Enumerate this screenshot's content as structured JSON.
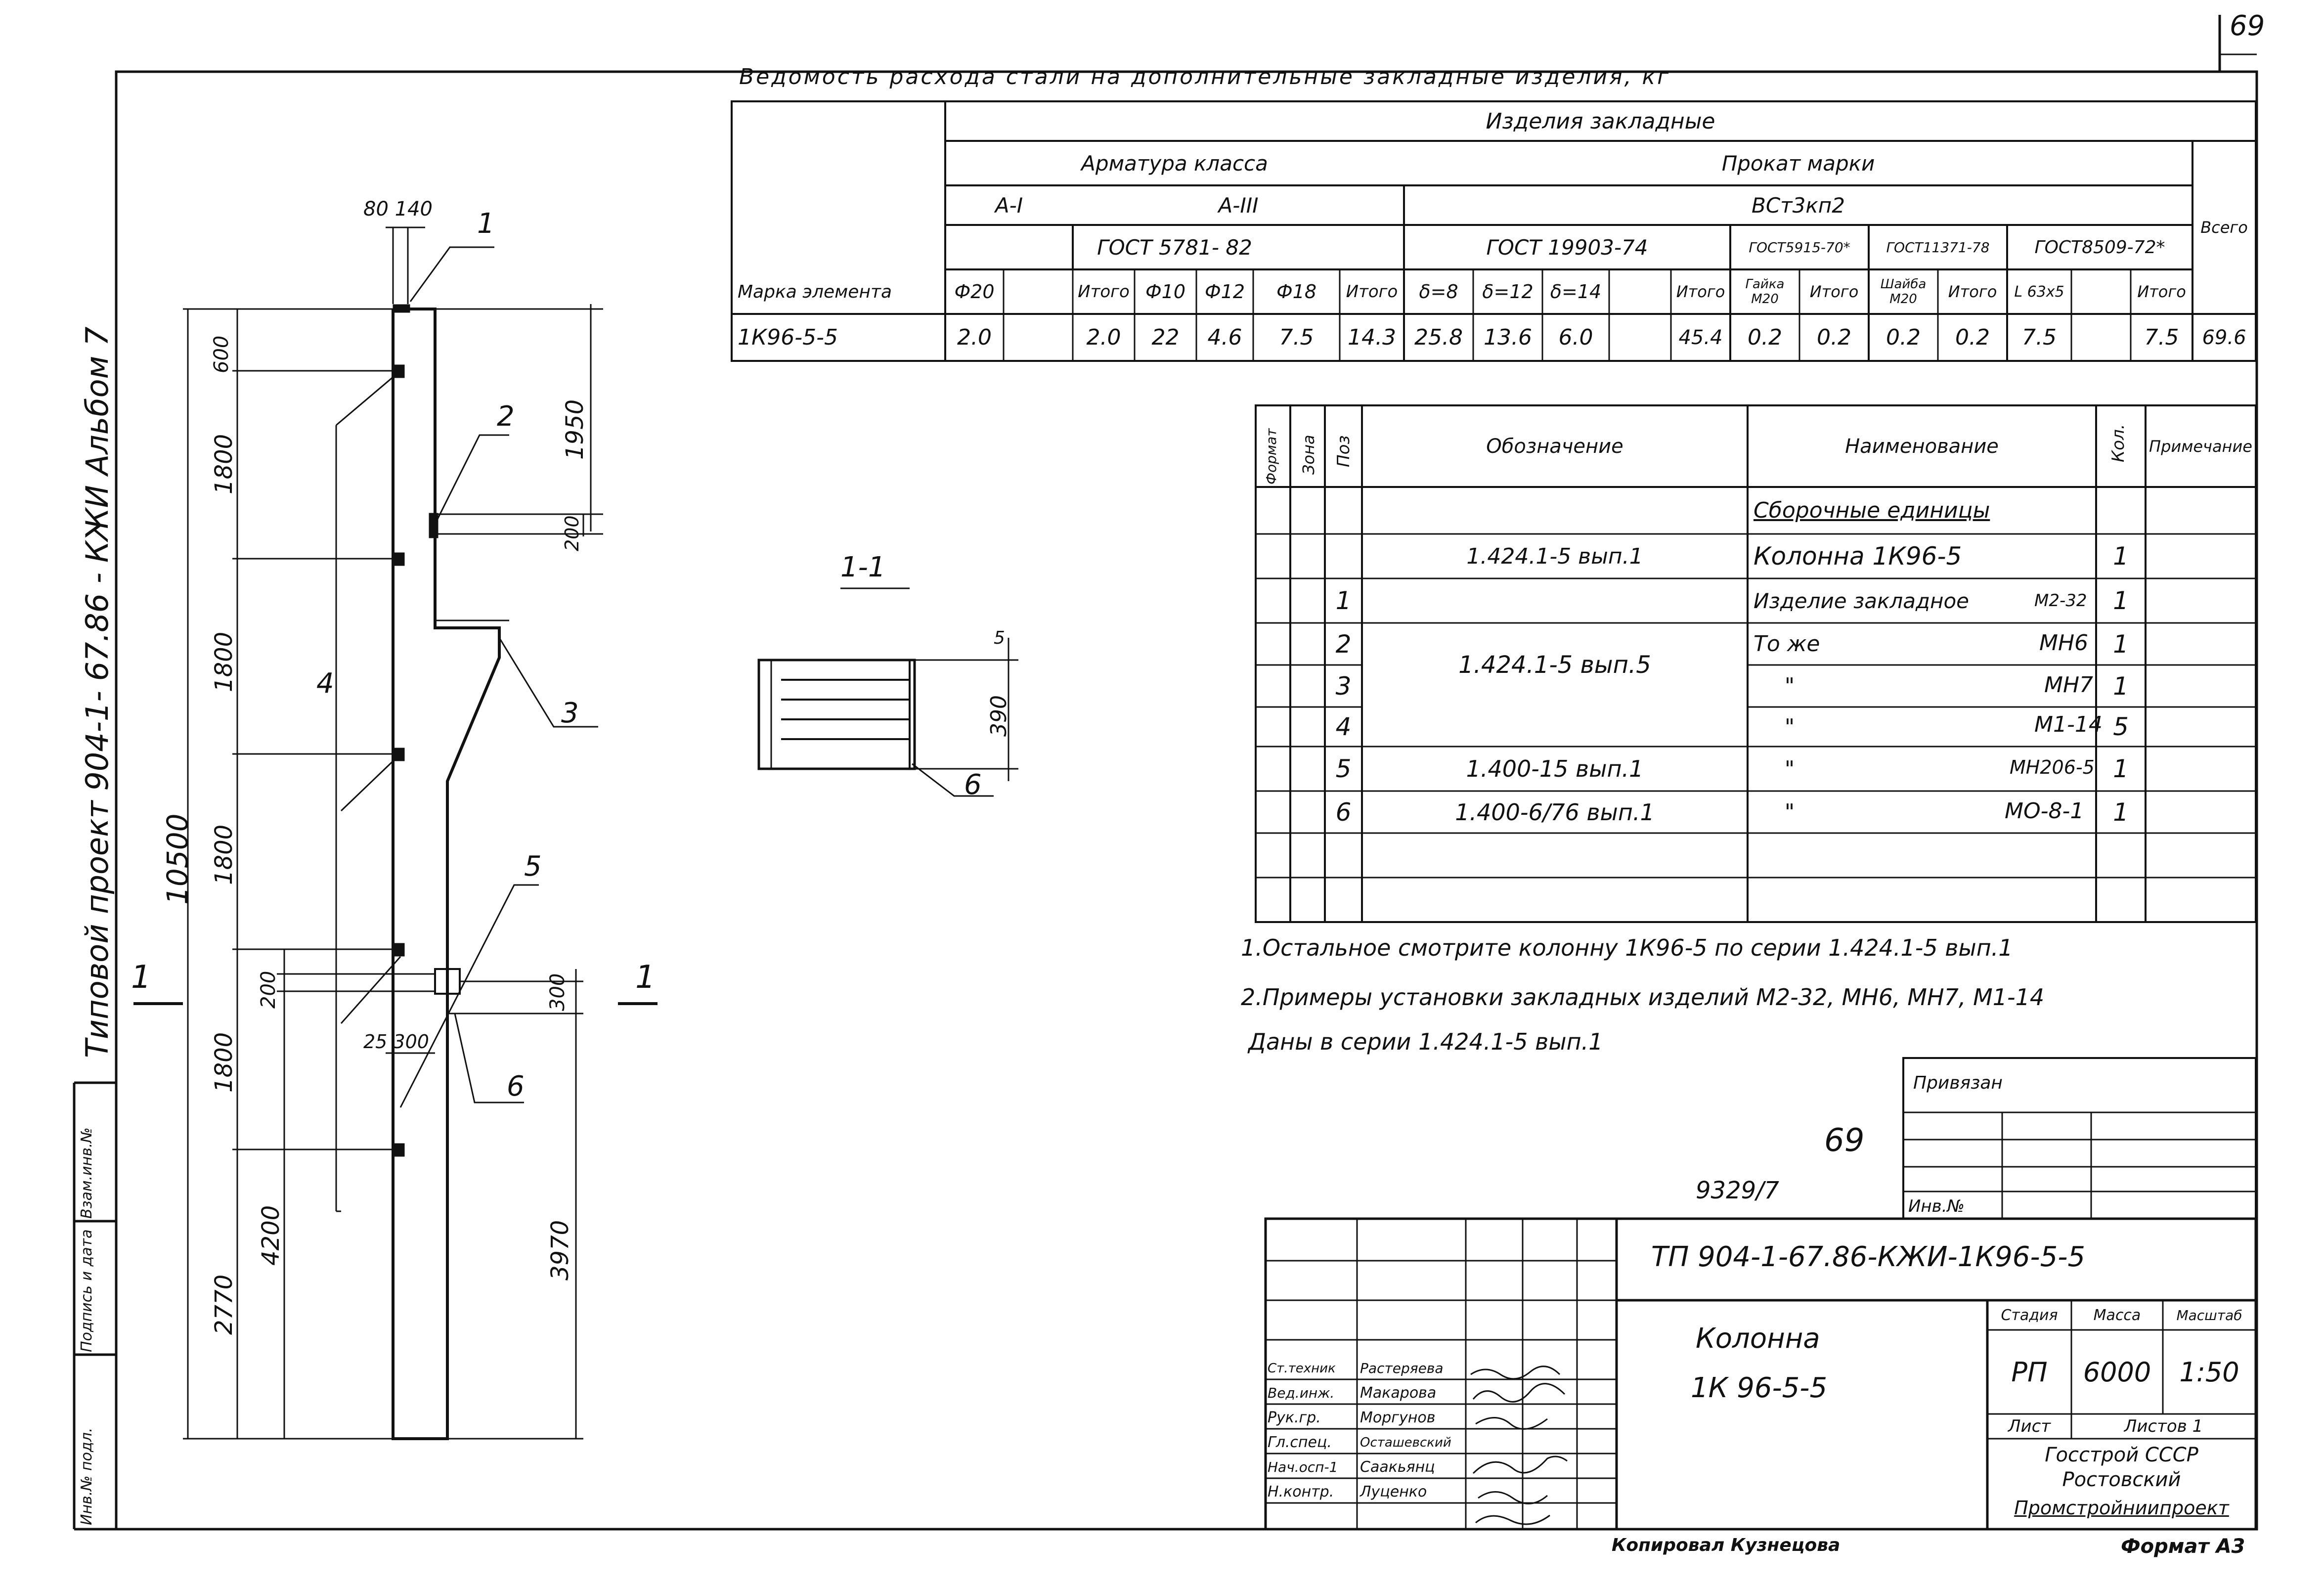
{
  "page_number": "69",
  "sheet_copy_number": "69",
  "inventory_number": "9329/7",
  "side_title": {
    "project": "Типовой   проект   904-1- 67.86 - КЖИ   Альбом 7"
  },
  "left_stamp": [
    "Инв.№ подл.",
    "Подпись и дата",
    "Взам.инв.№"
  ],
  "drawing": {
    "labels": {
      "pos1": "1",
      "pos2": "2",
      "pos3": "3",
      "pos4": "4",
      "pos5": "5",
      "pos6": "6",
      "section_left": "1",
      "section_right": "1",
      "dim_80_140": "80 140",
      "dim_600": "600",
      "dim_1800a": "1800",
      "dim_1800b": "1800",
      "dim_1800c": "1800",
      "dim_1800d": "1800",
      "dim_2770": "2770",
      "dim_4200": "4200",
      "dim_10500": "10500",
      "dim_1950": "1950",
      "dim_200a": "200",
      "dim_200b": "200",
      "dim_300": "300",
      "dim_25_300": "25 300",
      "dim_3970": "3970"
    },
    "section": {
      "title": "1-1",
      "dim_390": "390",
      "dim_5": "5",
      "pos": "6"
    }
  },
  "steel_table": {
    "title": "Ведомость   расхода   стали   на   дополнительные   закладные   изделия, кг",
    "h_products": "Изделия   закладные",
    "h_armatura": "Арматура   класса",
    "h_prokat": "Прокат   марки",
    "h_AI": "А-I",
    "h_AIII": "А-III",
    "h_vst": "ВСт3кп2",
    "h_gost5781": "ГОСТ 5781- 82",
    "h_gost19903": "ГОСТ 19903-74",
    "h_gost5915": "ГОСТ5915-70*",
    "h_gost11371": "ГОСТ11371-78",
    "h_gost8509": "ГОСТ8509-72*",
    "h_total_all": "Всего",
    "h_mark": "Марка элемента",
    "sub_headers": [
      "Ф20",
      "",
      "Итого",
      "Ф10",
      "Ф12",
      "Ф18",
      "Итого",
      "δ=8",
      "δ=12",
      "δ=14",
      "",
      "Итого",
      "Гайка М20",
      "Итого",
      "Шайба М20",
      "Итого",
      "L 63х5",
      "",
      "Итого"
    ],
    "row": {
      "mark": "1К96-5-5",
      "values": [
        "2.0",
        "",
        "2.0",
        "22",
        "4.6",
        "7.5",
        "14.3",
        "25.8",
        "13.6",
        "6.0",
        "",
        "45.4",
        "0.2",
        "0.2",
        "0.2",
        "0.2",
        "7.5",
        "",
        "7.5"
      ],
      "total": "69.6"
    }
  },
  "spec_table": {
    "headers": {
      "format": "Формат",
      "zone": "Зона",
      "pos": "Поз",
      "designation": "Обозначение",
      "name": "Наименование",
      "qty": "Кол.",
      "note": "Примечание"
    },
    "rows": [
      {
        "pos": "",
        "designation": "",
        "name": "Сборочные единицы",
        "mark": "",
        "qty": ""
      },
      {
        "pos": "",
        "designation": "1.424.1-5 вып.1",
        "name": "Колонна 1К96-5",
        "mark": "",
        "qty": "1"
      },
      {
        "pos": "1",
        "designation": "",
        "name": "Изделие закладное",
        "mark": "М2-32",
        "qty": "1"
      },
      {
        "pos": "2",
        "designation": "1.424.1-5 вып.5",
        "name": "То же",
        "mark": "МН6",
        "qty": "1"
      },
      {
        "pos": "3",
        "designation": "",
        "name": "\"",
        "mark": "МН7",
        "qty": "1"
      },
      {
        "pos": "4",
        "designation": "",
        "name": "\"",
        "mark": "М1-14",
        "qty": "5"
      },
      {
        "pos": "5",
        "designation": "1.400-15 вып.1",
        "name": "\"",
        "mark": "МН206-5",
        "qty": "1"
      },
      {
        "pos": "6",
        "designation": "1.400-6/76 вып.1",
        "name": "\"",
        "mark": "МО-8-1",
        "qty": "1"
      },
      {
        "pos": "",
        "designation": "",
        "name": "",
        "mark": "",
        "qty": ""
      }
    ]
  },
  "notes": [
    "1.Остальное   смотрите   колонну   1К96-5   по серии 1.424.1-5 вып.1",
    "2.Примеры   установки   закладных изделий М2-32, МН6, МН7, М1-14",
    "Даны   в серии 1.424.1-5 вып.1"
  ],
  "title_block": {
    "privyazan": "Привязан",
    "inv_no": "Инв.№",
    "code": "ТП 904-1-67.86-КЖИ-1К96-5-5",
    "name_line1": "Колонна",
    "name_line2": "1К 96-5-5",
    "stage_h": "Стадия",
    "mass_h": "Масса",
    "scale_h": "Масштаб",
    "stage": "РП",
    "mass": "6000",
    "scale": "1:50",
    "sheet": "Лист",
    "sheets": "Листов 1",
    "org": [
      "Госстрой СССР",
      "Ростовский",
      "Промстройниипроект"
    ],
    "staff": [
      {
        "role": "Ст.техник",
        "name": "Растеряева"
      },
      {
        "role": "Вед.инж.",
        "name": "Макарова"
      },
      {
        "role": "Рук.гр.",
        "name": "Моргунов"
      },
      {
        "role": "Гл.спец.",
        "name": "Осташевский"
      },
      {
        "role": "Нач.осп-1",
        "name": "Саакьянц"
      },
      {
        "role": "Н.контр.",
        "name": "Луценко"
      }
    ],
    "copied": "Копировал Кузнецова",
    "format": "Формат А3"
  }
}
